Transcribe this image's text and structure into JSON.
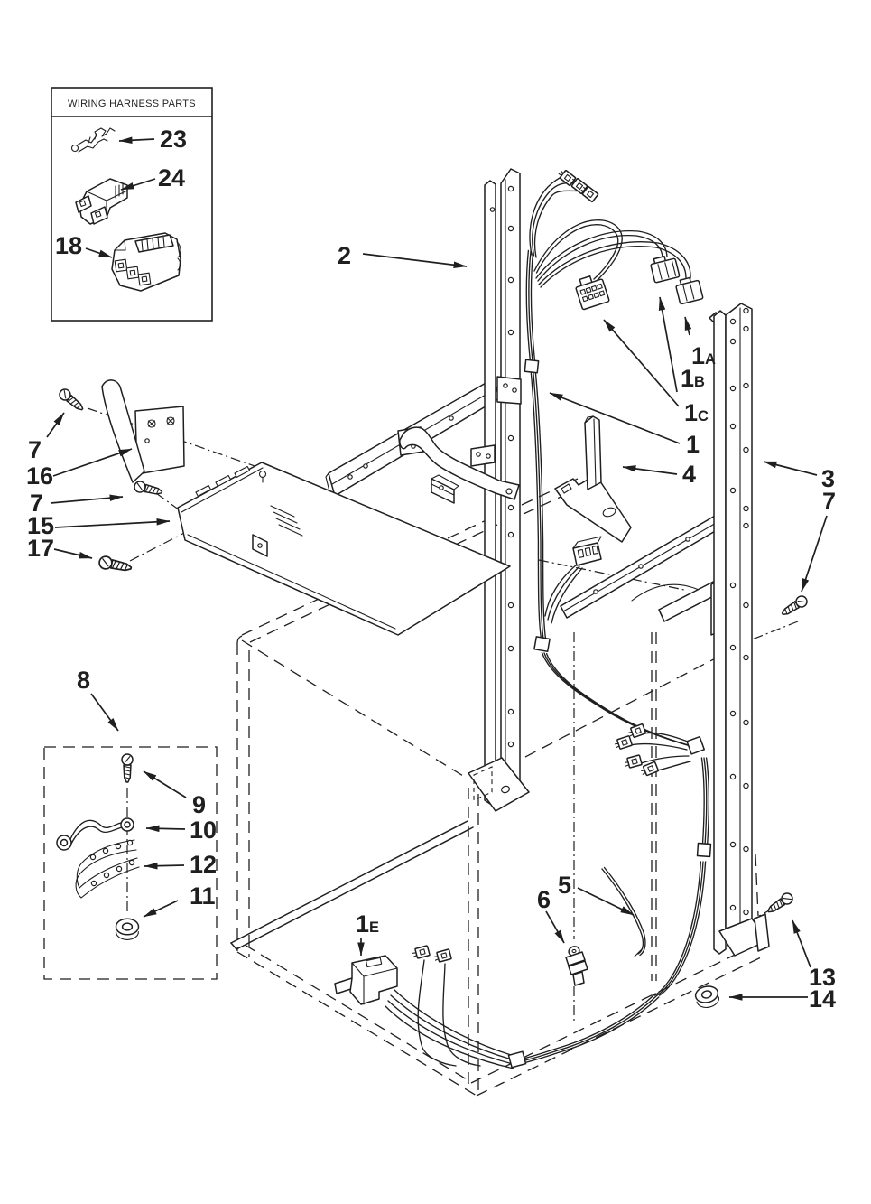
{
  "legend": {
    "title": "WIRING HARNESS PARTS"
  },
  "callouts": {
    "c23": {
      "num": "23"
    },
    "c24": {
      "num": "24"
    },
    "c18": {
      "num": "18"
    },
    "c2": {
      "num": "2"
    },
    "c1a": {
      "num": "1",
      "sub": "A"
    },
    "c1b": {
      "num": "1",
      "sub": "B"
    },
    "c1c": {
      "num": "1",
      "sub": "C"
    },
    "c1": {
      "num": "1"
    },
    "c4": {
      "num": "4"
    },
    "c3": {
      "num": "3"
    },
    "c7_right": {
      "num": "7"
    },
    "c7_top_left": {
      "num": "7"
    },
    "c16": {
      "num": "16"
    },
    "c7_mid_left": {
      "num": "7"
    },
    "c15": {
      "num": "15"
    },
    "c17": {
      "num": "17"
    },
    "c8": {
      "num": "8"
    },
    "c9": {
      "num": "9"
    },
    "c10": {
      "num": "10"
    },
    "c12": {
      "num": "12"
    },
    "c11": {
      "num": "11"
    },
    "c1e": {
      "num": "1",
      "sub": "E"
    },
    "c6": {
      "num": "6"
    },
    "c5": {
      "num": "5"
    },
    "c13": {
      "num": "13"
    },
    "c14": {
      "num": "14"
    }
  },
  "colors": {
    "ink": "#1f1f1f",
    "background": "#ffffff"
  }
}
